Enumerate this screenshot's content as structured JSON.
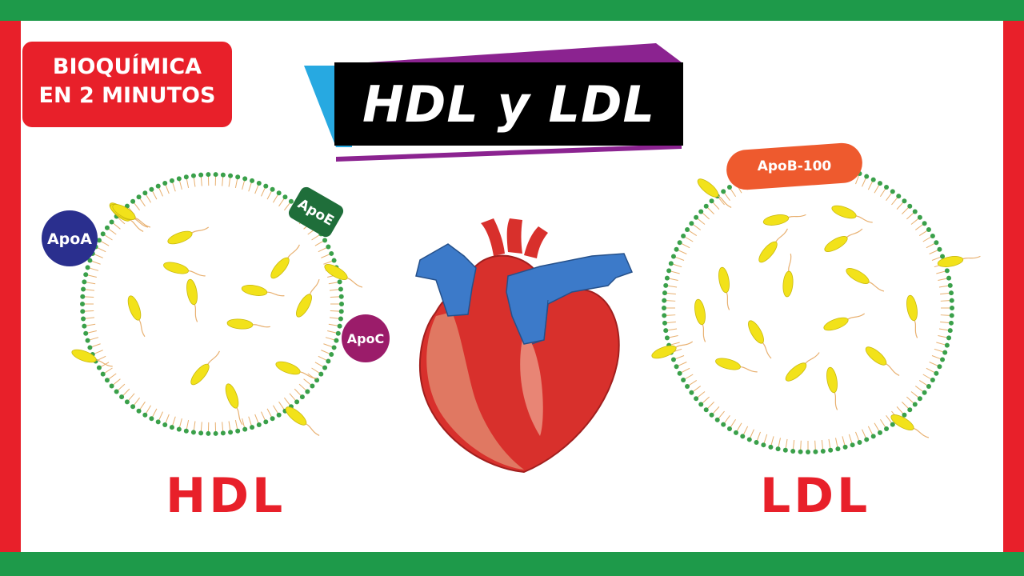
{
  "badge": {
    "line1": "BIOQUÍMICA",
    "line2": "EN 2 MINUTOS"
  },
  "title": "HDL y LDL",
  "hdl": {
    "label": "HDL",
    "apoa": "ApoA",
    "apoe": "ApoE",
    "apoc": "ApoC"
  },
  "ldl": {
    "label": "LDL",
    "apob": "ApoB-100"
  },
  "colors": {
    "frame_green": "#1e9a4a",
    "frame_red": "#e8202a",
    "membrane_green": "#3aa04a",
    "lipid_yellow": "#f2e21a",
    "apoa_blue": "#2a2f8e",
    "apoe_green": "#1f6e3a",
    "apoc_purple": "#9b1c6a",
    "apob_orange": "#ee5a2e"
  }
}
